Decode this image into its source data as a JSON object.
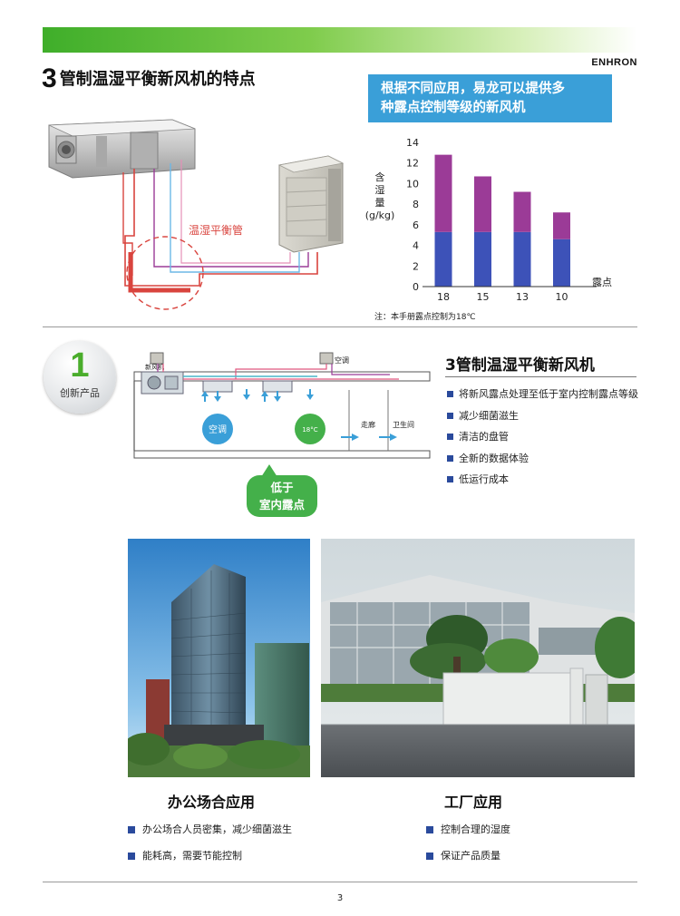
{
  "brand": "ENHRON",
  "section1": {
    "title_num": "3",
    "title_text": "管制温湿平衡新风机的特点",
    "pipe_label": "温湿平衡管",
    "info_box_line1": "根据不同应用，易龙可以提供多",
    "info_box_line2": "种露点控制等级的新风机",
    "note": "注：本手册露点控制为18℃"
  },
  "chart_data": {
    "type": "bar",
    "stacked": true,
    "categories": [
      "18",
      "15",
      "13",
      "10"
    ],
    "series": [
      {
        "values": [
          5.3,
          5.3,
          5.3,
          4.6
        ]
      },
      {
        "values": [
          7.5,
          5.4,
          3.9,
          2.6
        ]
      }
    ],
    "totals": [
      12.8,
      10.7,
      9.2,
      7.2
    ],
    "ylabel": [
      "含",
      "湿",
      "量",
      "(g/kg)"
    ],
    "xlabel": "露点",
    "ylim": [
      0,
      14
    ],
    "yticks": [
      "0",
      "2",
      "4",
      "6",
      "8",
      "10",
      "12",
      "14"
    ],
    "colors": [
      "#3d52b8",
      "#9b3b97"
    ]
  },
  "badge": {
    "num": "1",
    "text": "创新产品"
  },
  "section2": {
    "title": "3管制温湿平衡新风机",
    "diagram": {
      "fresh_air_unit": "新风机",
      "ac_outdoor": "空调",
      "ac_circle": "空调",
      "temp_circle": "18°C",
      "corridor": "走廊",
      "restroom": "卫生间"
    },
    "callout_line1": "低于",
    "callout_line2": "室内露点",
    "bullets": [
      "将新风露点处理至低于室内控制露点等级",
      "减少细菌滋生",
      "清洁的盘管",
      "全新的数据体验",
      "低运行成本"
    ]
  },
  "applications": {
    "office": {
      "title": "办公场合应用",
      "items": [
        "办公场合人员密集，减少细菌滋生",
        "能耗高，需要节能控制"
      ]
    },
    "factory": {
      "title": "工厂应用",
      "items": [
        "控制合理的湿度",
        "保证产品质量"
      ]
    }
  },
  "page_number": "3",
  "colors": {
    "green": "#44b04a",
    "blue": "#3a9fd8",
    "navy_bullet": "#2a4a9c",
    "pipe_red": "#d9443e"
  }
}
